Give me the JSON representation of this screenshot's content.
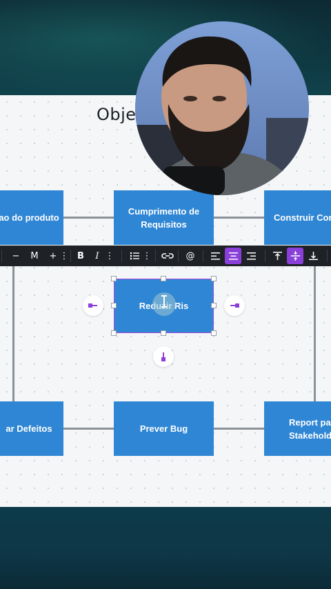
{
  "board": {
    "title": "Objes"
  },
  "nodes": {
    "top_left": "ao do produto",
    "top_center": "Cumprimento de Requisitos",
    "top_right": "Construir Con",
    "selected": "Reduzir Ris",
    "bottom_left": "ar Defeitos",
    "bottom_center": "Prever Bug",
    "bottom_right": "Report par Stakeholde"
  },
  "toolbar": {
    "minus": "−",
    "font_size": "M",
    "plus": "+",
    "bold": "B",
    "italic": "I",
    "mention": "@",
    "more": "⋮"
  },
  "colors": {
    "node_fill": "#2f86d4",
    "selection": "#a24bd8",
    "toolbar_bg": "#1e2126",
    "active_tool": "#8b3fd9"
  },
  "icons": [
    "minus-icon",
    "plus-icon",
    "bold-icon",
    "italic-icon",
    "bullet-list-icon",
    "link-icon",
    "at-icon",
    "align-left-icon",
    "align-center-icon",
    "align-right-icon",
    "align-top-icon",
    "align-middle-icon",
    "align-bottom-icon",
    "more-icon",
    "text-cursor-icon",
    "connector-arrow-icon"
  ]
}
